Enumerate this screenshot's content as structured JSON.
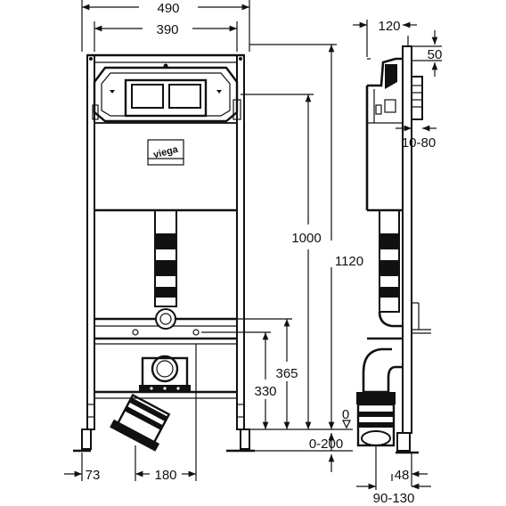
{
  "brand": {
    "logo_text": "viega"
  },
  "front_view": {
    "width_total": "490",
    "width_inner": "390",
    "height_actuator": "1000",
    "height_total": "1120",
    "height_drain_upper": "365",
    "height_drain_lower": "330",
    "floor_offset": "0-200",
    "floor_zero": "0",
    "foot_offset": "73",
    "drain_spacing": "180"
  },
  "side_view": {
    "depth_top": "120",
    "plate_offset": "50",
    "wall_adjust": "10-80",
    "bottom_offset": "48",
    "bottom_range": "90-130"
  }
}
